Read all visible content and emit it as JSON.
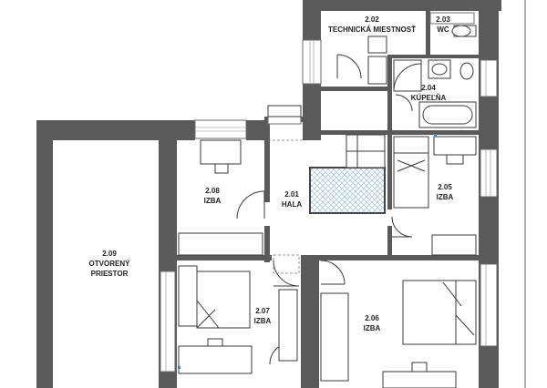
{
  "rooms": [
    {
      "id": "2.02",
      "name": "TECHNICKÁ MIESTNOSŤ"
    },
    {
      "id": "2.03",
      "name": "WC"
    },
    {
      "id": "2.04",
      "name": "KÚPEĽŇA"
    },
    {
      "id": "2.08",
      "name": "IZBA"
    },
    {
      "id": "2.01",
      "name": "HALA"
    },
    {
      "id": "2.05",
      "name": "IZBA"
    },
    {
      "id": "2.09",
      "name": "OTVORENÝ",
      "name2": "PRIESTOR"
    },
    {
      "id": "2.07",
      "name": "IZBA"
    },
    {
      "id": "2.06",
      "name": "IZBA"
    }
  ],
  "colors": {
    "wall": "#5a5a5a",
    "hatch": "#9ec4e6",
    "accent": "#2f8fd0"
  }
}
